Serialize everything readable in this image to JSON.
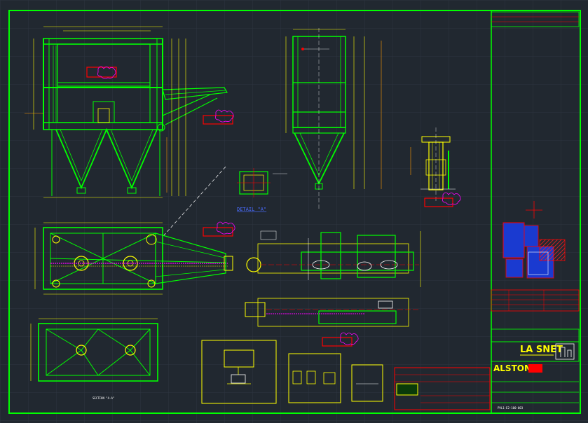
{
  "title_block": {
    "company_logo": "LA SNET",
    "contractor_logo": "ALSTOM",
    "drawing_number": "PVL1-E2-100-003"
  },
  "views": {
    "detail_label": "DETAIL \"A\"",
    "section_label": "SECTION \"A-A\""
  },
  "colors": {
    "background": "#212830",
    "frame": "#00ff00",
    "structure": "#00ff00",
    "dimension": "#ffff00",
    "annotation": "#ff0000",
    "cloud": "#ff00ff",
    "accent": "#00ffff",
    "leader": "#ffffff",
    "label_blue": "#4a6cff",
    "dim_orange": "#ff9900"
  }
}
